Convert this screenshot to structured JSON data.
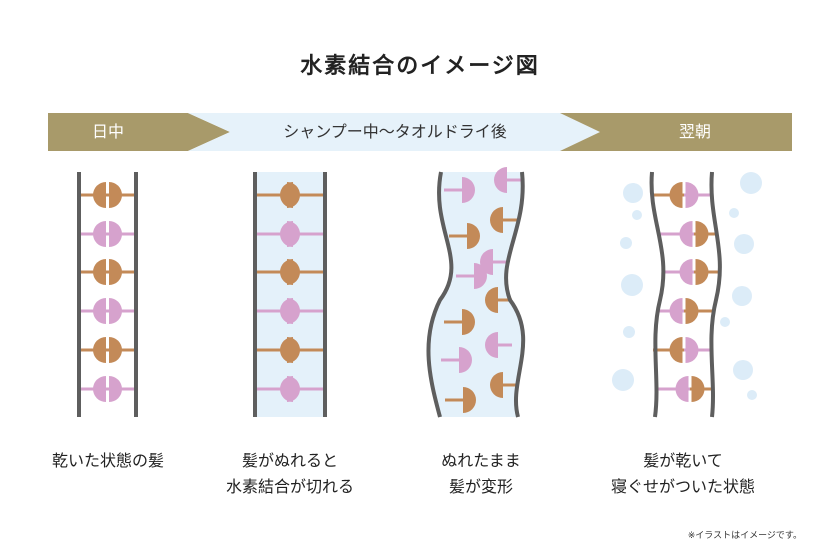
{
  "title": "水素結合のイメージ図",
  "timeline": {
    "daytime": "日中",
    "shampoo_to_towel_dry": "シャンプー中〜タオルドライ後",
    "next_morning": "翌朝"
  },
  "captions": [
    {
      "line1": "乾いた状態の髪",
      "line2": ""
    },
    {
      "line1": "髪がぬれると",
      "line2": "水素結合が切れる"
    },
    {
      "line1": "ぬれたまま",
      "line2": "髪が変形"
    },
    {
      "line1": "髪が乾いて",
      "line2": "寝ぐせがついた状態"
    }
  ],
  "note": "※イラストはイメージです。",
  "colors": {
    "gold_band": "#a89a6a",
    "light_band": "#e6f2fa",
    "water": "#e4f1fa",
    "bubble": "#dcecf8",
    "strand": "#5e5e5e",
    "brown": "#c38a58",
    "pink": "#d6a2cd"
  },
  "icons": {
    "bond_brown": "brown-bond-icon",
    "bond_pink": "pink-bond-icon",
    "water_bubble": "water-bubble-icon"
  }
}
